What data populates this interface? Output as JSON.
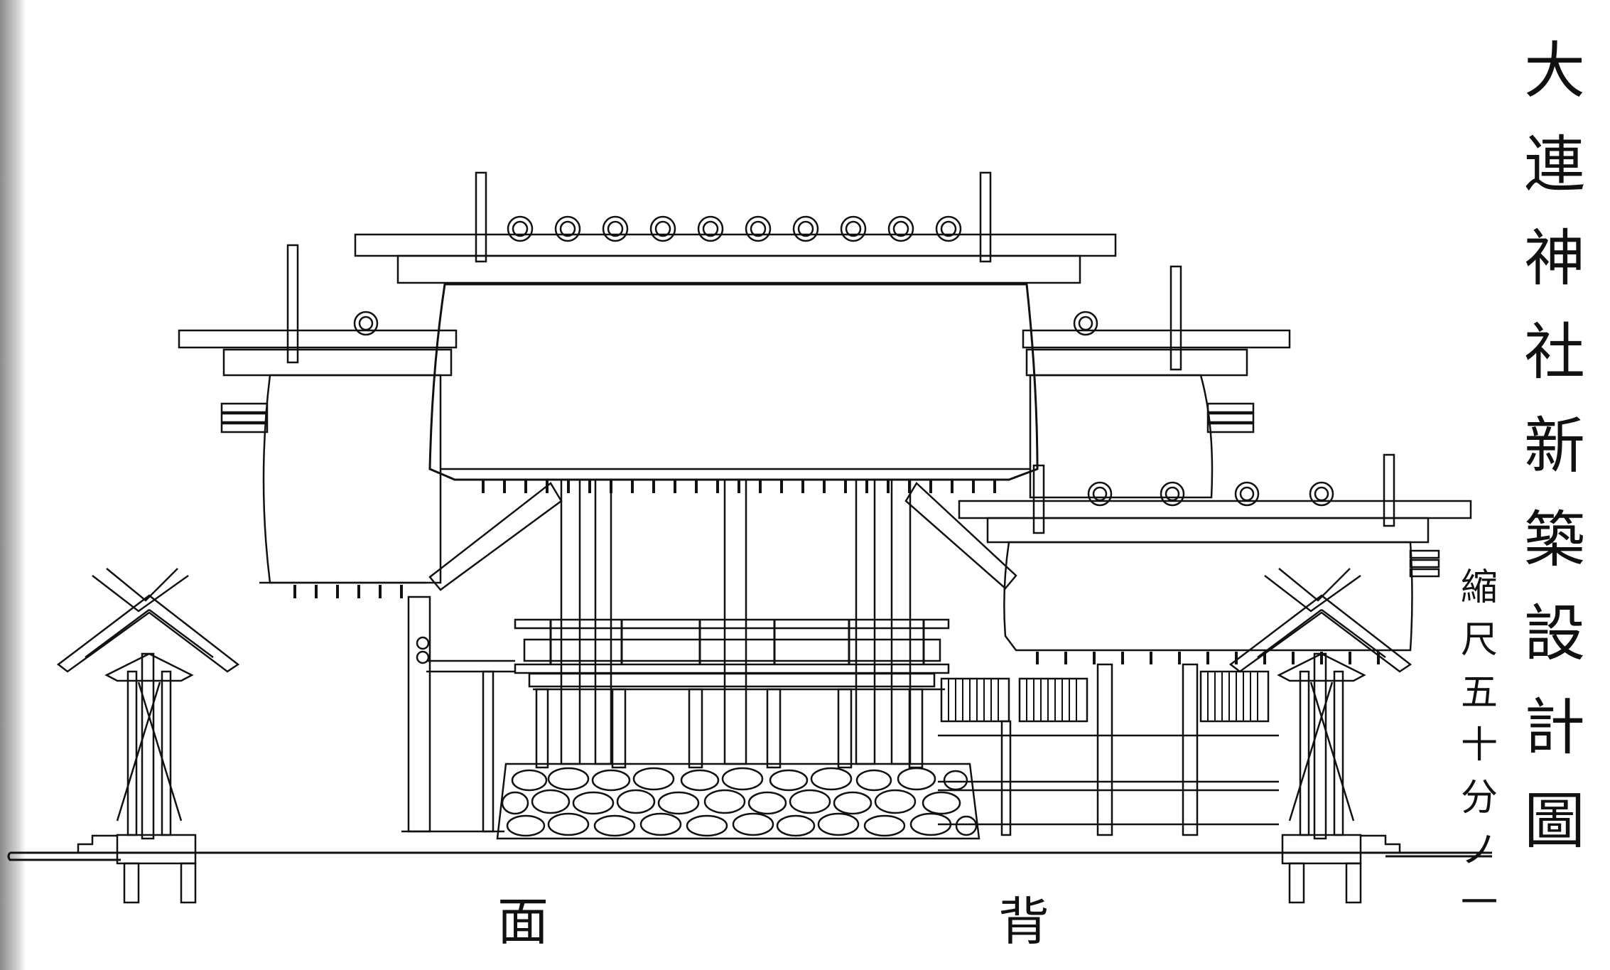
{
  "title": "大連神社新築設計圖",
  "scale_note": "縮尺五十分ノ一",
  "view_label": [
    "面",
    "背"
  ]
}
